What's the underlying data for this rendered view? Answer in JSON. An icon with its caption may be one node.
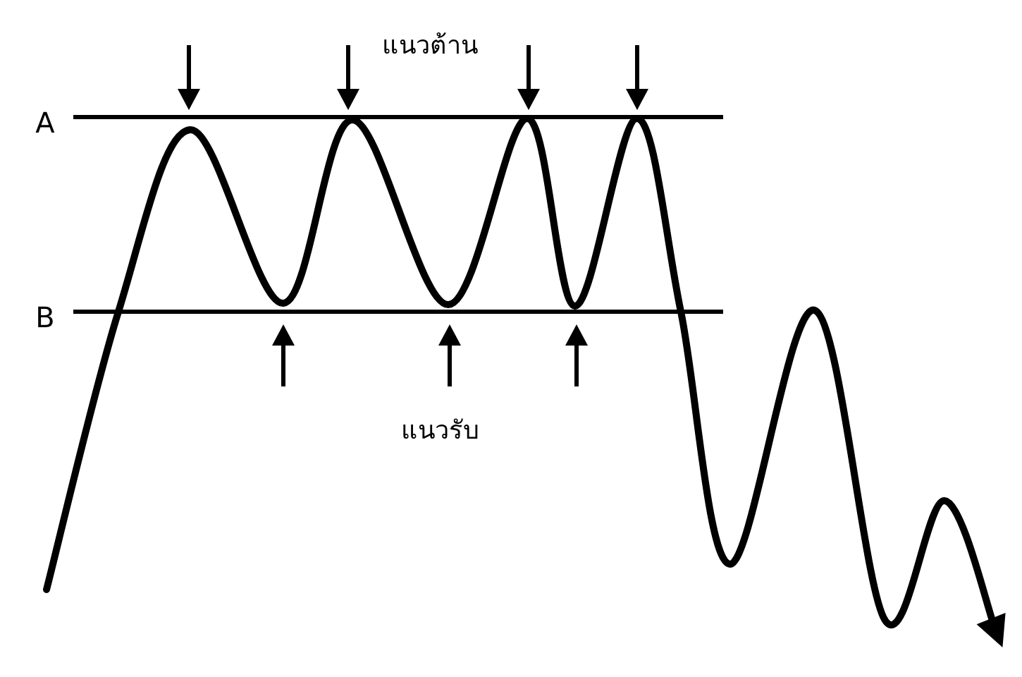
{
  "diagram": {
    "labels": [
      "แนวต้าน",
      "A",
      "B",
      "แนวรับ"
    ]
  }
}
